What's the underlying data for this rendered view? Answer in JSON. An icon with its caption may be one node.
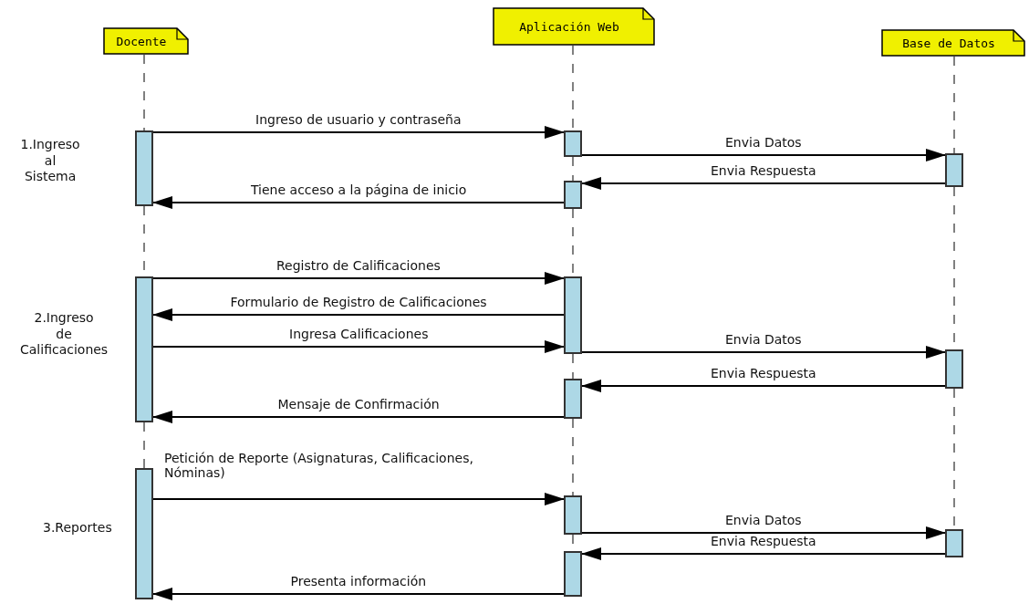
{
  "diagram": {
    "nodes": [
      {
        "text": [
          "Docente"
        ]
      },
      {
        "text": [
          "Aplicación Web"
        ]
      },
      {
        "text": [
          "Base de Datos"
        ]
      },
      {
        "text": [],
        "shape": "bar"
      },
      {
        "text": [],
        "shape": "bar"
      },
      {
        "text": [],
        "shape": "bar"
      },
      {
        "text": [],
        "shape": "bar"
      },
      {
        "text": [],
        "shape": "bar"
      },
      {
        "text": [],
        "shape": "bar"
      },
      {
        "text": [],
        "shape": "bar"
      },
      {
        "text": [],
        "shape": "bar"
      },
      {
        "text": [],
        "shape": "bar"
      },
      {
        "text": [],
        "shape": "bar"
      },
      {
        "text": [],
        "shape": "bar"
      },
      {
        "text": [],
        "shape": "bar"
      }
    ],
    "edges": [
      {
        "from": 3,
        "to": 4,
        "arrow": "to",
        "label": "Ingreso de usuario y contraseña"
      },
      {
        "from": 4,
        "to": 5,
        "arrow": "to",
        "label": "Envia Datos"
      },
      {
        "from": 5,
        "to": 6,
        "arrow": "to",
        "label": "Envia Respuesta"
      },
      {
        "from": 6,
        "to": 3,
        "arrow": "to",
        "label": "Tiene acceso a la página de inicio"
      },
      {
        "from": 7,
        "to": 8,
        "arrow": "to",
        "label": "Registro de Calificaciones"
      },
      {
        "from": 8,
        "to": 7,
        "arrow": "to",
        "label": "Formulario de Registro de Calificaciones"
      },
      {
        "from": 7,
        "to": 8,
        "arrow": "to",
        "label": "Ingresa Calificaciones"
      },
      {
        "from": 8,
        "to": 9,
        "arrow": "to",
        "label": "Envia Datos"
      },
      {
        "from": 9,
        "to": 10,
        "arrow": "to",
        "label": "Envia Respuesta"
      },
      {
        "from": 10,
        "to": 7,
        "arrow": "to",
        "label": "Mensaje de Confirmación"
      },
      {
        "from": 11,
        "to": 12,
        "arrow": "to",
        "label": "Petición de Reporte (Asignaturas, Calificaciones, Nóminas)"
      },
      {
        "from": 12,
        "to": 13,
        "arrow": "to",
        "label": "Envia Datos"
      },
      {
        "from": 13,
        "to": 14,
        "arrow": "to",
        "label": "Envia Respuesta"
      },
      {
        "from": 14,
        "to": 11,
        "arrow": "to",
        "label": "Presenta información"
      },
      {
        "from": 0,
        "to": 3,
        "arrow": "none",
        "style": "dashed"
      },
      {
        "from": 3,
        "to": 7,
        "arrow": "none",
        "style": "dashed"
      },
      {
        "from": 7,
        "to": 11,
        "arrow": "none",
        "style": "dashed"
      },
      {
        "from": 1,
        "to": 4,
        "arrow": "none",
        "style": "dashed"
      },
      {
        "from": 4,
        "to": 6,
        "arrow": "none",
        "style": "dashed"
      },
      {
        "from": 6,
        "to": 8,
        "arrow": "none",
        "style": "dashed"
      },
      {
        "from": 8,
        "to": 10,
        "arrow": "none",
        "style": "dashed"
      },
      {
        "from": 10,
        "to": 12,
        "arrow": "none",
        "style": "dashed"
      },
      {
        "from": 12,
        "to": 14,
        "arrow": "none",
        "style": "dashed"
      },
      {
        "from": 2,
        "to": 5,
        "arrow": "none",
        "style": "dashed"
      },
      {
        "from": 5,
        "to": 9,
        "arrow": "none",
        "style": "dashed"
      },
      {
        "from": 9,
        "to": 13,
        "arrow": "none",
        "style": "dashed"
      }
    ],
    "labels": [
      "1.Ingreso al Sistema",
      "2.Ingreso de Calificaciones",
      "3.Reportes"
    ]
  }
}
